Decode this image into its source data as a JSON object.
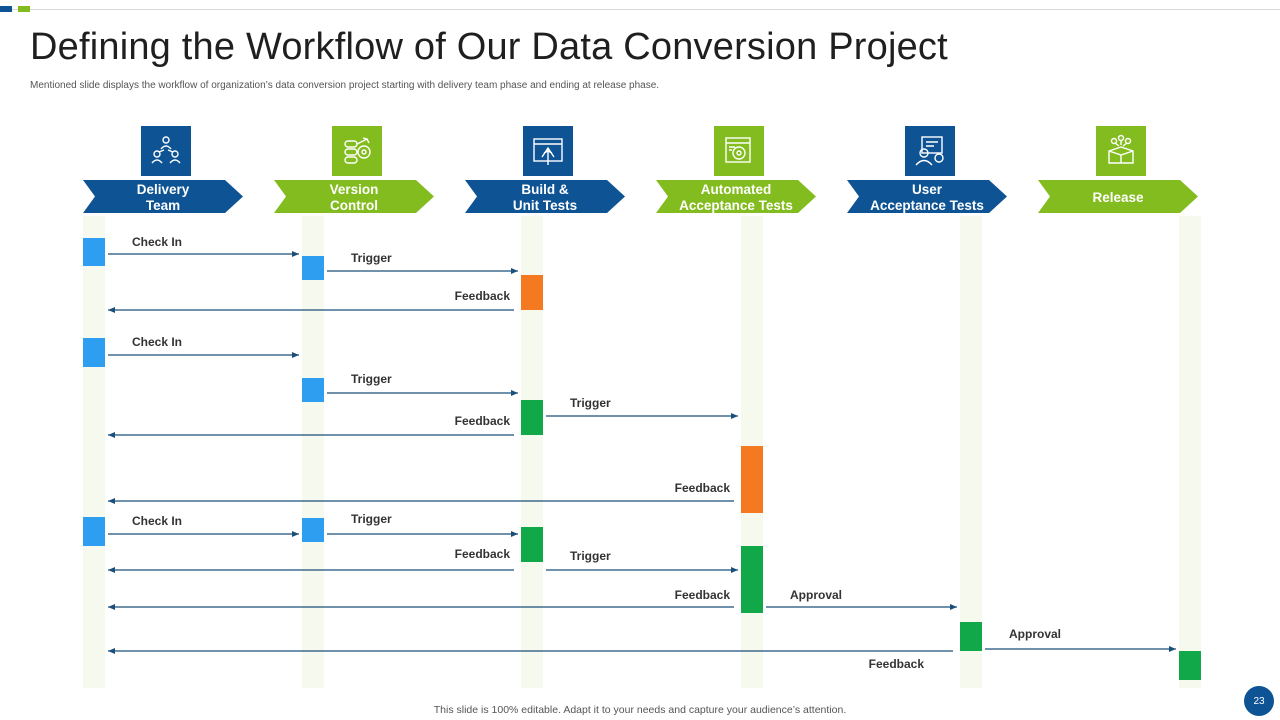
{
  "slide": {
    "title": "Defining the Workflow of Our Data Conversion Project",
    "subtitle": "Mentioned slide displays the workflow of organization’s data conversion project starting with delivery team phase and ending at release phase.",
    "footer": "This slide is 100% editable.  Adapt it to your needs and capture your audience’s attention.",
    "page_number": "23"
  },
  "colors": {
    "blue_dark": "#0e5394",
    "green": "#83bc1f",
    "blue_light": "#2e9ef0",
    "orange": "#f47920",
    "green_dark": "#11a84a",
    "lane": "#f5f9ee",
    "arrow_line": "#1a4f7a"
  },
  "phases": [
    {
      "label_line1": "Delivery",
      "label_line2": "Team",
      "color": "blue_dark",
      "icon": "team-icon"
    },
    {
      "label_line1": "Version",
      "label_line2": "Control",
      "color": "green",
      "icon": "version-control-icon"
    },
    {
      "label_line1": "Build &",
      "label_line2": "Unit Tests",
      "color": "blue_dark",
      "icon": "build-icon"
    },
    {
      "label_line1": "Automated",
      "label_line2": "Acceptance Tests",
      "color": "green",
      "icon": "automated-test-icon"
    },
    {
      "label_line1": "User",
      "label_line2": "Acceptance Tests",
      "color": "blue_dark",
      "icon": "user-test-icon"
    },
    {
      "label_line1": "Release",
      "label_line2": "",
      "color": "green",
      "icon": "release-icon"
    }
  ],
  "messages": [
    {
      "from": 0,
      "to": 1,
      "label": "Check In"
    },
    {
      "from": 1,
      "to": 2,
      "label": "Trigger"
    },
    {
      "from": 2,
      "to": 0,
      "label": "Feedback"
    },
    {
      "from": 0,
      "to": 1,
      "label": "Check In"
    },
    {
      "from": 1,
      "to": 2,
      "label": "Trigger"
    },
    {
      "from": 2,
      "to": 3,
      "label": "Trigger"
    },
    {
      "from": 2,
      "to": 0,
      "label": "Feedback"
    },
    {
      "from": 3,
      "to": 0,
      "label": "Feedback"
    },
    {
      "from": 0,
      "to": 1,
      "label": "Check In"
    },
    {
      "from": 1,
      "to": 2,
      "label": "Trigger"
    },
    {
      "from": 2,
      "to": 3,
      "label": "Trigger"
    },
    {
      "from": 2,
      "to": 0,
      "label": "Feedback"
    },
    {
      "from": 3,
      "to": 0,
      "label": "Feedback"
    },
    {
      "from": 3,
      "to": 4,
      "label": "Approval"
    },
    {
      "from": 4,
      "to": 5,
      "label": "Approval"
    },
    {
      "from": 4,
      "to": 0,
      "label": "Feedback"
    }
  ]
}
